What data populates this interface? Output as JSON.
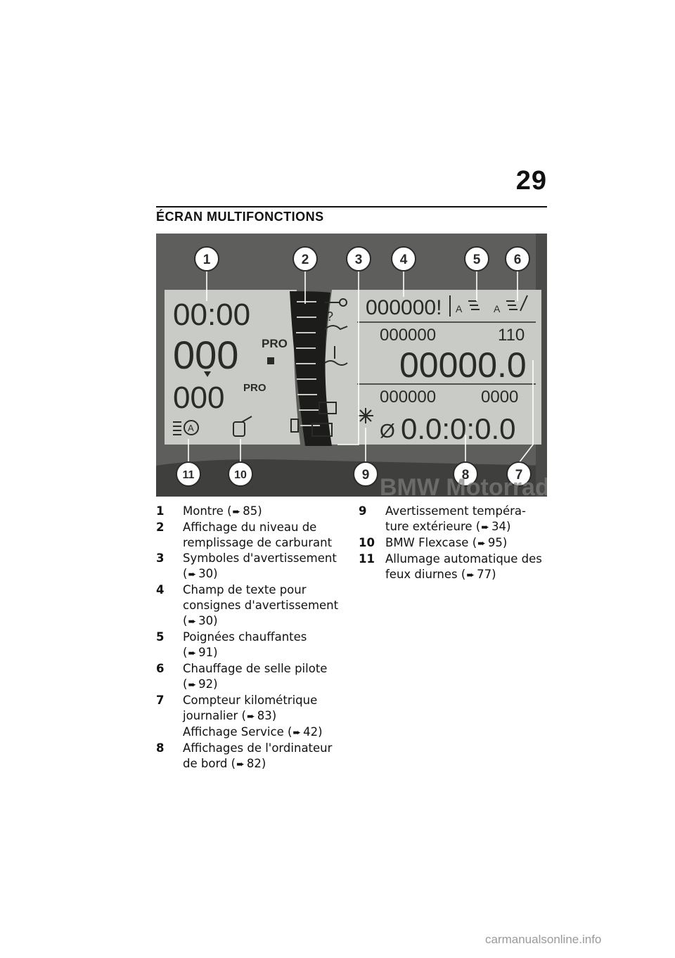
{
  "page_number": "29",
  "section_title": "ÉCRAN MULTIFONCTIONS",
  "figure": {
    "callouts": [
      "1",
      "2",
      "3",
      "4",
      "5",
      "6",
      "7",
      "8",
      "9",
      "10",
      "11"
    ],
    "display": {
      "clock": "00:00",
      "speed": "000",
      "pro_label_1": "PRO",
      "pro_label_2": "PRO",
      "rpm": "000",
      "text_field": "000000!",
      "odo_top_left": "000000",
      "odo_top_right": "110",
      "odo_big": "00000.0",
      "trip_top_left": "000000",
      "trip_top_right": "0000",
      "trip_big": "0.0:0:0.0",
      "avg_symbol": "Ø",
      "grip_label": "A",
      "seat_label": "A",
      "question_mark": "?"
    },
    "watermark": "BMW Motorrad"
  },
  "legend_left": [
    {
      "num": "1",
      "lines": [
        "Montre"
      ],
      "ref": "85)"
    },
    {
      "num": "2",
      "lines": [
        "Affichage du niveau de remplissage de carburant"
      ],
      "ref": ""
    },
    {
      "num": "3",
      "lines": [
        "Symboles d'avertissement"
      ],
      "ref": "30)"
    },
    {
      "num": "4",
      "lines": [
        "Champ de texte pour consignes d'avertissement"
      ],
      "ref": "30)"
    },
    {
      "num": "5",
      "lines": [
        "Poignées chauffantes"
      ],
      "ref": "91)"
    },
    {
      "num": "6",
      "lines": [
        "Chauffage de selle pilote"
      ],
      "ref": "92)"
    },
    {
      "num": "7",
      "lines": [
        "Compteur kilométrique journalier"
      ],
      "ref": "83)",
      "extra": "Affichage Service",
      "extra_ref": "42)"
    },
    {
      "num": "8",
      "lines": [
        "Affichages de l'ordinateur de bord"
      ],
      "ref": "82)"
    }
  ],
  "legend_right": [
    {
      "num": "9",
      "lines": [
        "Avertissement tempéra-ture extérieure"
      ],
      "ref": "34)"
    },
    {
      "num": "10",
      "lines": [
        "BMW Flexcase"
      ],
      "ref": "95)"
    },
    {
      "num": "11",
      "lines": [
        "Allumage automatique des feux diurnes"
      ],
      "ref": "77)"
    }
  ],
  "ref_open": "(",
  "footer_watermark": "carmanualsonline.info"
}
